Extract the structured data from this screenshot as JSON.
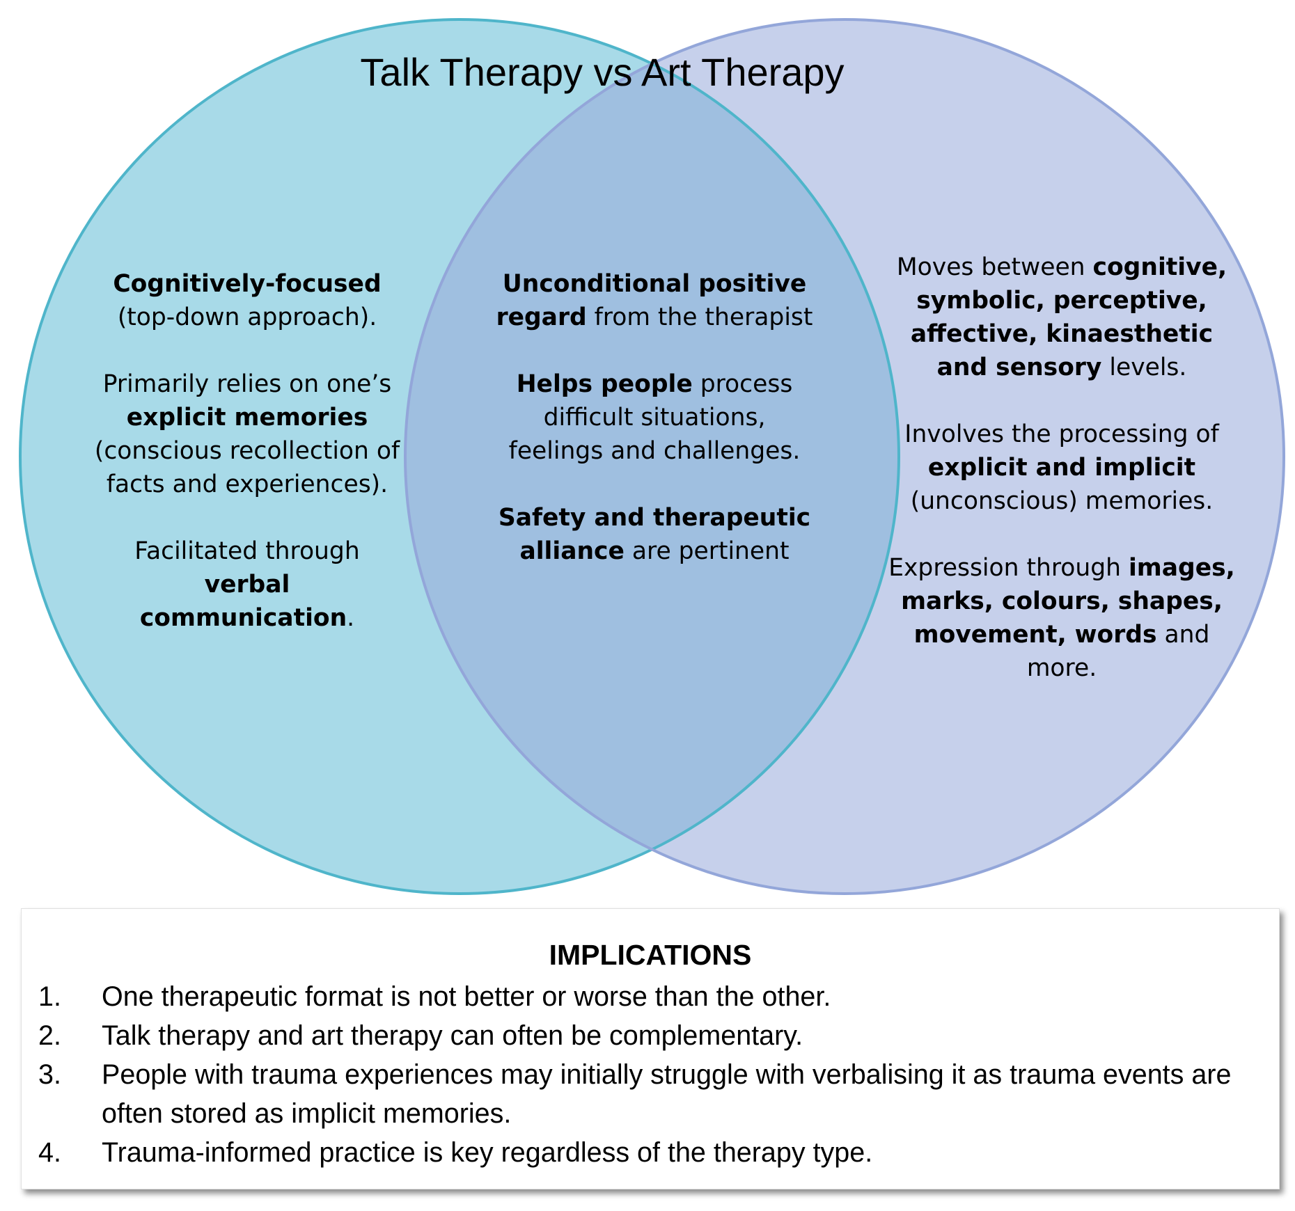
{
  "title": "Talk Therapy vs Art Therapy",
  "colors": {
    "left_circle_fill": "#a8dae8",
    "left_circle_stroke": "#4fb5ca",
    "right_circle_fill": "#c6d0eb",
    "right_circle_stroke": "#93a6d9",
    "overlap_fill": "#9fbfe0"
  },
  "left": {
    "p1": {
      "b1": "Cognitively-focused",
      "t1": " (top-down approach)."
    },
    "p2": {
      "t1": "Primarily relies on one’s ",
      "b1": "explicit memories",
      "t2": " (conscious recollection of facts and experiences)."
    },
    "p3": {
      "t1": "Facilitated through ",
      "b1": "verbal communication",
      "t2": "."
    }
  },
  "middle": {
    "p1": {
      "b1": "Unconditional positive regard",
      "t1": " from the therapist"
    },
    "p2": {
      "b1": "Helps people",
      "t1": " process difficult situations, feelings and challenges."
    },
    "p3": {
      "b1": "Safety and therapeutic alliance",
      "t1": " are pertinent"
    }
  },
  "right": {
    "p1": {
      "t1": "Moves between ",
      "b1": "cognitive, symbolic, perceptive, affective, kinaesthetic and sensory",
      "t2": " levels."
    },
    "p2": {
      "t1": "Involves the processing of ",
      "b1": "explicit and implicit",
      "t2": " (unconscious) memories."
    },
    "p3": {
      "t1": "Expression through ",
      "b1": "images, marks, colours, shapes, movement, words",
      "t2": " and more."
    }
  },
  "implications": {
    "title": "IMPLICATIONS",
    "items": [
      {
        "num": "1.",
        "text": "One therapeutic format is not better or worse than the other."
      },
      {
        "num": "2.",
        "text": "Talk therapy and art therapy can often be complementary."
      },
      {
        "num": "3.",
        "text": "People with trauma experiences may initially struggle with verbalising it as trauma events are often stored as implicit memories."
      },
      {
        "num": "4.",
        "text": "Trauma-informed practice is key regardless of the therapy type."
      }
    ]
  }
}
